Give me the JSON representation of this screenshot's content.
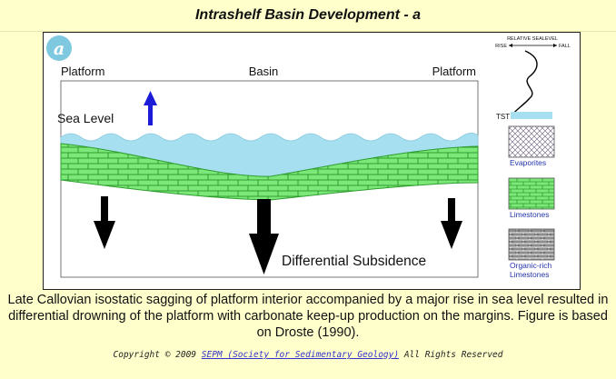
{
  "title": "Intrashelf Basin Development - a",
  "diagram": {
    "badge_letter": "a",
    "labels": {
      "platform_left": "Platform",
      "basin": "Basin",
      "platform_right": "Platform",
      "sea_level": "Sea Level",
      "differential_subsidence": "Differential Subsidence"
    },
    "sealevel_curve": {
      "heading": "RELATIVE SEALEVEL",
      "rise": "RISE",
      "fall": "FALL",
      "tst": "TST"
    },
    "legend": [
      {
        "label": "Evaporites"
      },
      {
        "label": "Limestones"
      },
      {
        "label_line1": "Organic-rich",
        "label_line2": "Limestones"
      }
    ],
    "colors": {
      "water": "#a6dff0",
      "limestone": "#7de87a",
      "arrow_up": "#1b1bd8",
      "badge": "#7fc9e0",
      "legend_text": "#2233aa"
    }
  },
  "caption": "Late Callovian isostatic sagging of platform interior accompanied by a major rise in sea level resulted in differential drowning of the platform with carbonate keep-up production on the margins. Figure is based on Droste (1990).",
  "copyright": {
    "prefix": "Copyright © 2009 ",
    "link_text": "SEPM (Society for Sedimentary Geology)",
    "suffix": " All Rights Reserved"
  }
}
